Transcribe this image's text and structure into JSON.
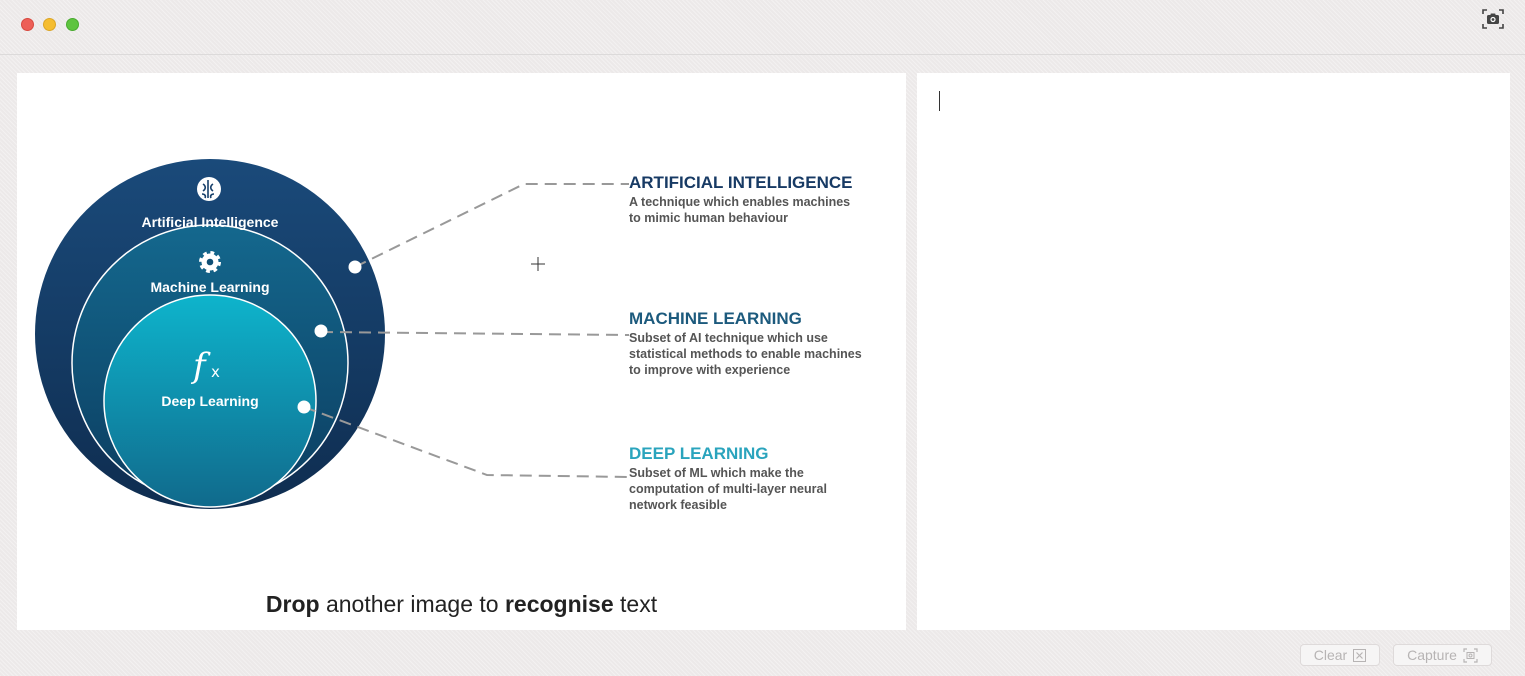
{
  "window": {
    "controls": [
      "close",
      "minimize",
      "maximize"
    ],
    "capture_icon": "camera-icon"
  },
  "diagram": {
    "circle_labels": {
      "ai": "Artificial Intelligence",
      "ml": "Machine Learning",
      "dl": "Deep Learning"
    },
    "circle_icons": [
      "brain-icon",
      "gear-icon",
      "function-icon"
    ],
    "ai": {
      "title": "ARTIFICIAL INTELLIGENCE",
      "desc_lines": [
        "A technique which enables machines",
        "to mimic human behaviour"
      ]
    },
    "ml": {
      "title": "MACHINE LEARNING",
      "desc_lines": [
        "Subset of AI technique which use",
        "statistical methods to enable machines",
        "to improve with experience"
      ]
    },
    "dl": {
      "title": "DEEP LEARNING",
      "desc_lines": [
        "Subset of ML which make the",
        "computation of multi-layer neural",
        "network feasible"
      ]
    },
    "colors": {
      "ai": "#173a64",
      "ml": "#1c5a7d",
      "dl": "#2aa4bd"
    }
  },
  "drop_hint": {
    "bold1": "Drop",
    "mid": " another image to ",
    "bold2": "recognise",
    "end": " text"
  },
  "text_output": {
    "value": ""
  },
  "buttons": {
    "clear": "Clear",
    "capture": "Capture"
  }
}
